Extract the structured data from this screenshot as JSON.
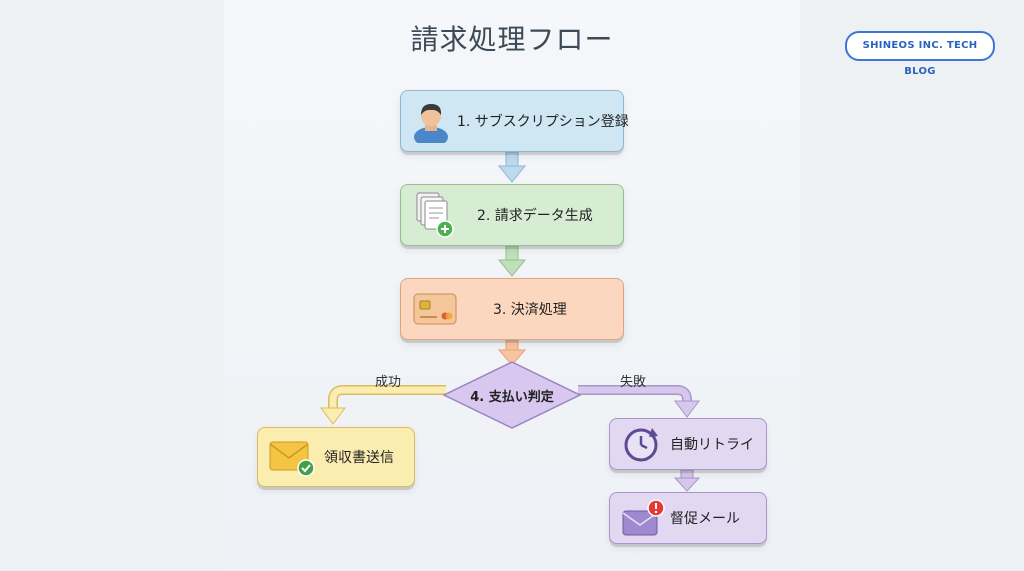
{
  "title": "請求処理フロー",
  "badge": "SHINEOS INC. TECH BLOG",
  "steps": {
    "subscribe": "1. サブスクリプション登録",
    "invoice": "2. 請求データ生成",
    "payment": "3. 決済処理",
    "decision": "4. 支払い判定",
    "receipt": "領収書送信",
    "retry": "自動リトライ",
    "reminder": "督促メール"
  },
  "edges": {
    "success": "成功",
    "failure": "失敗"
  },
  "colors": {
    "blue": "#cfe6f3",
    "green": "#d6ecd3",
    "orange": "#fbd7bf",
    "yellow": "#fbecb0",
    "purple": "#e3d8f2"
  }
}
